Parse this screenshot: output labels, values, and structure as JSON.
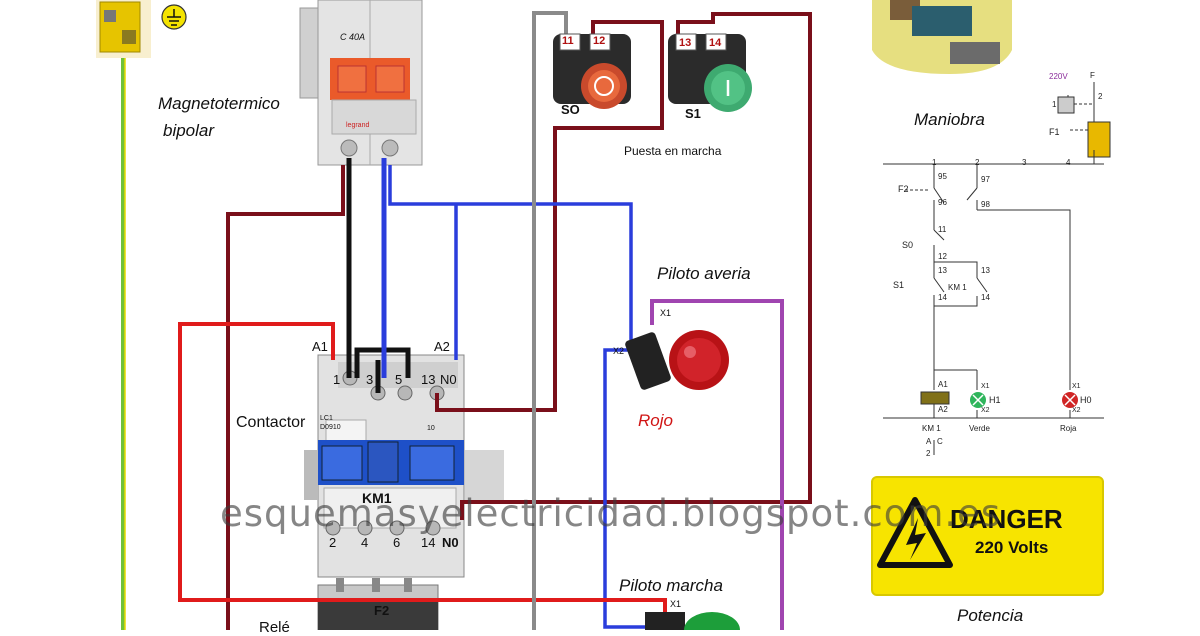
{
  "labels": {
    "magneto_line1": "Magnetotermico",
    "magneto_line2": "bipolar",
    "breaker_rating": "C 40A",
    "breaker_brand": "legrand",
    "contactor": "Contactor",
    "km1": "KM1",
    "f2": "F2",
    "rele": "Relé",
    "so": "SO",
    "s1": "S1",
    "puesta": "Puesta en marcha",
    "piloto_averia": "Piloto averia",
    "rojo": "Rojo",
    "piloto_marcha": "Piloto marcha",
    "maniobra": "Maniobra",
    "potencia": "Potencia",
    "watermark": "esquemasyelectricidad.blogspot.com.es",
    "danger": "DANGER",
    "volts": "220 Volts",
    "lc1_line1": "LC1",
    "lc1_line2": "D0910",
    "lc1_10": "10"
  },
  "contactor_terminals": {
    "a1": "A1",
    "a2": "A2",
    "top1": "1",
    "top3": "3",
    "top5": "5",
    "top13": "13",
    "topno": "N0",
    "bot2": "2",
    "bot4": "4",
    "bot6": "6",
    "bot14": "14",
    "botno": "N0"
  },
  "pushbuttons": {
    "n11": "11",
    "n12": "12",
    "n13": "13",
    "n14": "14"
  },
  "pilot_terms": {
    "x1a": "X1",
    "x2a": "X2",
    "x1b": "X1"
  },
  "schematic": {
    "v220": "220V",
    "f": "F",
    "f1": "F1",
    "one": "1",
    "two": "2",
    "c1": "1",
    "c2": "2",
    "c3": "3",
    "c4": "4",
    "f2": "F2",
    "n95": "95",
    "n96": "96",
    "n97": "97",
    "n98": "98",
    "s0": "S0",
    "n11": "11",
    "n12": "12",
    "n13a": "13",
    "n13b": "13",
    "s1": "S1",
    "km1": "KM 1",
    "n14a": "14",
    "n14b": "14",
    "a1": "A1",
    "a2": "A2",
    "x1a": "X1",
    "x2a": "X2",
    "x1b": "X1",
    "x2b": "X2",
    "h1": "H1",
    "h0": "H0",
    "km1b": "KM 1",
    "verde": "Verde",
    "roja": "Roja",
    "ac_a": "A",
    "ac_c": "C",
    "ac_2": "2"
  },
  "colors": {
    "wire_maroon": "#7a0f1a",
    "wire_blue": "#2a3ddc",
    "wire_black": "#111111",
    "wire_red": "#e01b1b",
    "wire_grey": "#8a8a8a",
    "wire_purple": "#a045b0",
    "wire_earth": "#6fc13a",
    "danger_yellow": "#f7e400"
  }
}
